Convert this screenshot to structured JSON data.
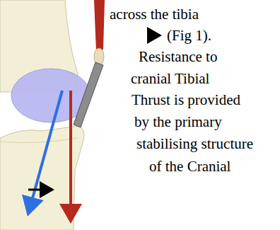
{
  "diagram": {
    "labels": [
      "across the tibia",
      "(Fig 1).",
      "Resistance to",
      "cranial Tibial",
      "Thrust is provided",
      "by the primary",
      "stabilising structure",
      "of the Cranial"
    ]
  }
}
